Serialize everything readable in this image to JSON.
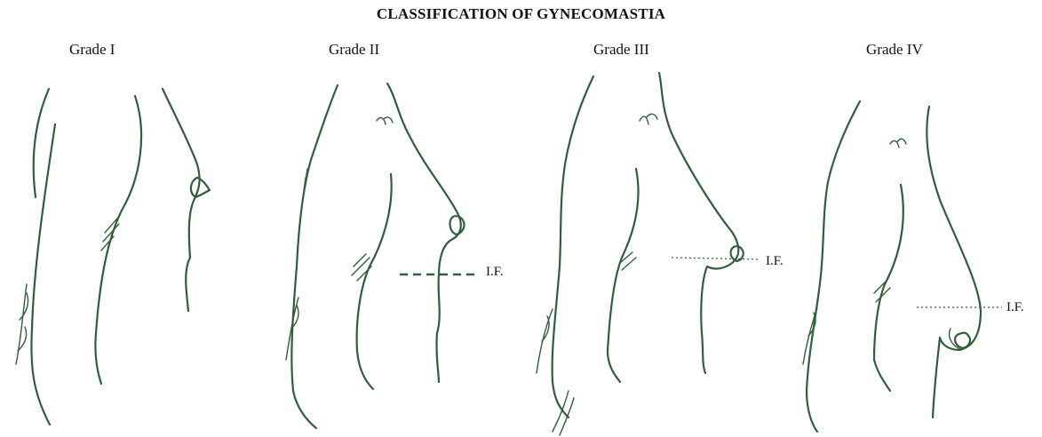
{
  "title": "CLASSIFICATION OF GYNECOMASTIA",
  "grades": [
    {
      "label": "Grade I"
    },
    {
      "label": "Grade II",
      "marker": "I.F."
    },
    {
      "label": "Grade III",
      "marker": "I.F."
    },
    {
      "label": "Grade IV",
      "marker": "I.F."
    }
  ],
  "colors": {
    "ink": "#2f5e3a",
    "text": "#111111",
    "background": "#ffffff"
  }
}
